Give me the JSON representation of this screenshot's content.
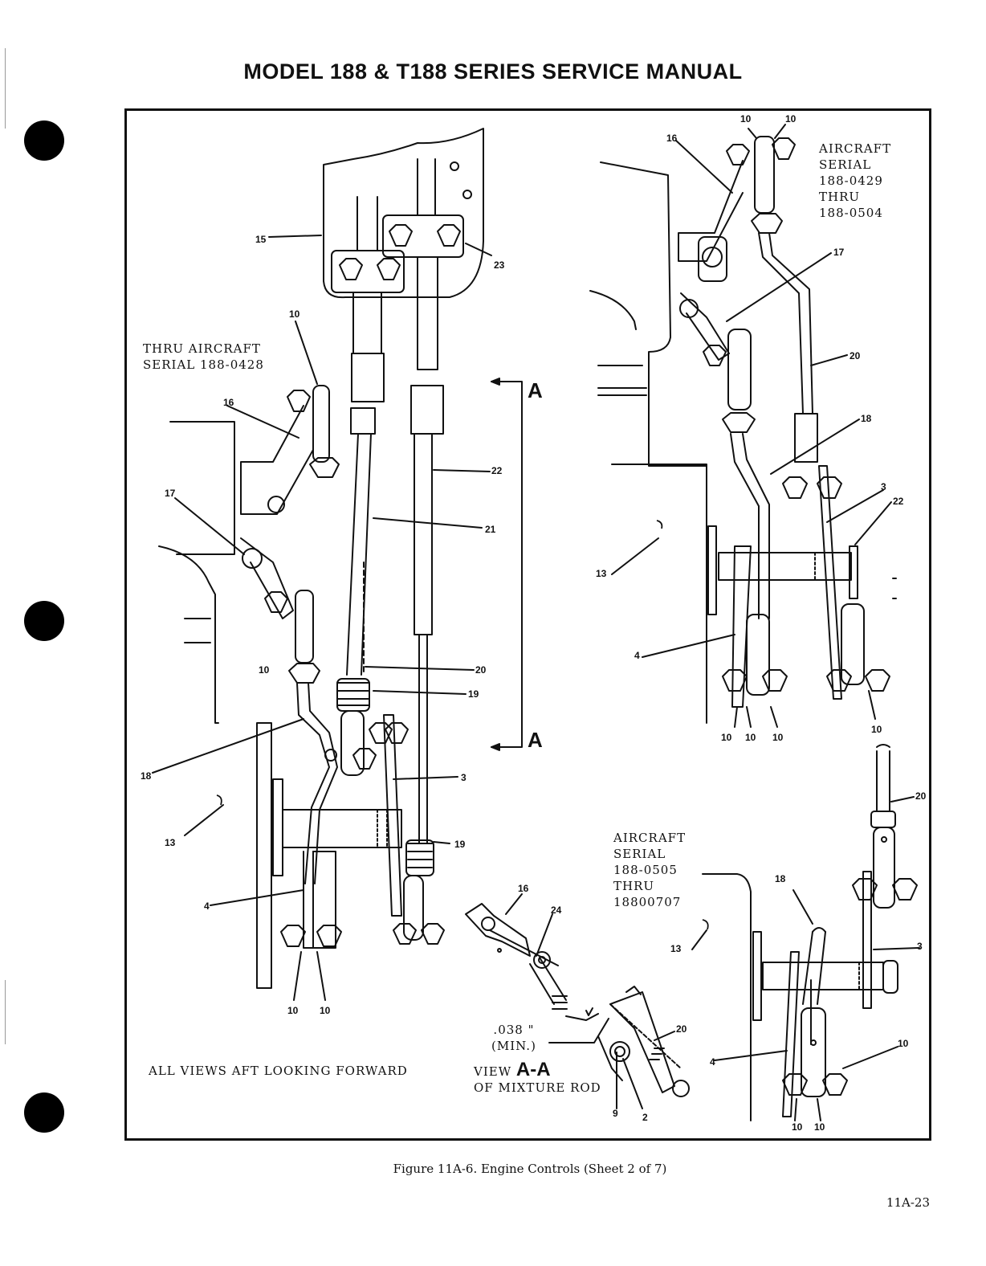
{
  "header": {
    "title": "MODEL 188 & T188 SERIES SERVICE MANUAL"
  },
  "labels": {
    "thru_serial_line1": "THRU AIRCRAFT",
    "thru_serial_line2": "SERIAL 188-0428",
    "serial_a_line1": "AIRCRAFT",
    "serial_a_line2": "SERIAL",
    "serial_a_line3": "188-0429",
    "serial_a_line4": "THRU",
    "serial_a_line5": "188-0504",
    "serial_b_line1": "AIRCRAFT",
    "serial_b_line2": "SERIAL",
    "serial_b_line3": "188-0505",
    "serial_b_line4": "THRU",
    "serial_b_line5": "18800707",
    "views_note": "ALL VIEWS AFT LOOKING FORWARD",
    "clearance_line1": ".038 \"",
    "clearance_line2": "(MIN.)",
    "view_word": "VIEW",
    "view_id": "A-A",
    "view_of": "OF MIXTURE ROD",
    "section_mark": "A"
  },
  "callouts": {
    "c2": "2",
    "c3": "3",
    "c4": "4",
    "c9": "9",
    "c10": "10",
    "c13": "13",
    "c15": "15",
    "c16": "16",
    "c17": "17",
    "c18": "18",
    "c19": "19",
    "c20": "20",
    "c21": "21",
    "c22": "22",
    "c23": "23",
    "c24": "24"
  },
  "caption": "Figure 11A-6.  Engine Controls (Sheet 2 of 7)",
  "page_number": "11A-23"
}
